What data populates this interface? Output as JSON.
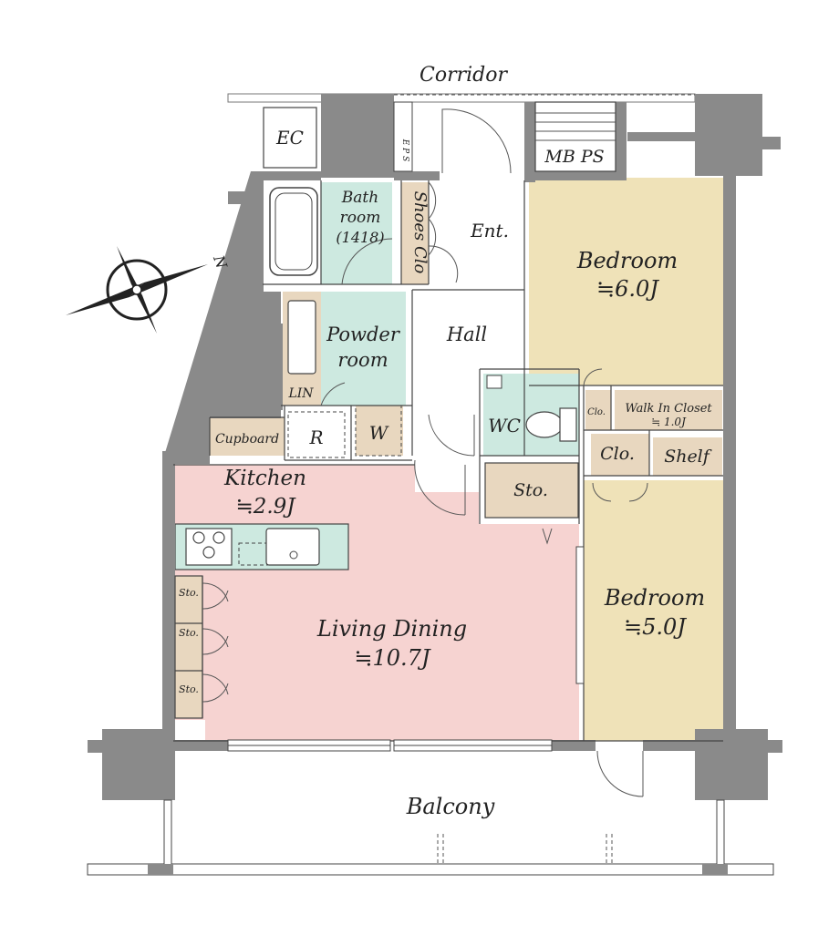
{
  "colors": {
    "wall": "#8a8a8a",
    "bedroom": "#efe2b8",
    "living": "#f6d3d1",
    "wet": "#cde9e0",
    "storage": "#e8d7bf",
    "floor": "#ffffff"
  },
  "rooms": {
    "corridor": "Corridor",
    "ec": "EC",
    "eps": "E P S",
    "mbps": "MB PS",
    "bath_line1": "Bath",
    "bath_line2": "room",
    "bath_line3": "(1418)",
    "shoes": "Shoes Clo",
    "entrance": "Ent.",
    "bedroom1_name": "Bedroom",
    "bedroom1_size": "≒6.0J",
    "powder_line1": "Powder",
    "powder_line2": "room",
    "hall": "Hall",
    "lin": "LIN",
    "r": "R",
    "w": "W",
    "cupboard": "Cupboard",
    "wc": "WC",
    "clo_small": "Clo.",
    "walkin_line1": "Walk In Closet",
    "walkin_line2": "≒ 1.0J",
    "clo": "Clo.",
    "shelf": "Shelf",
    "kitchen_name": "Kitchen",
    "kitchen_size": "≒2.9J",
    "sto": "Sto.",
    "sto_left1": "Sto.",
    "sto_left2": "Sto.",
    "sto_left3": "Sto.",
    "living_name": "Living Dining",
    "living_size": "≒10.7J",
    "bedroom2_name": "Bedroom",
    "bedroom2_size": "≒5.0J",
    "balcony": "Balcony",
    "north": "N"
  }
}
